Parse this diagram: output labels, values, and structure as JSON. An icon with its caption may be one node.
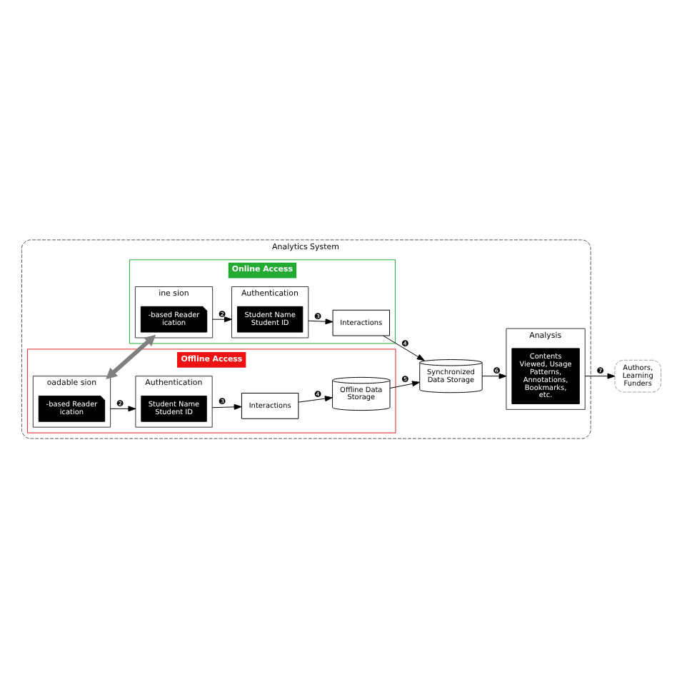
{
  "diagram": {
    "nodes": [
      {
        "text": [
          "Analytics System"
        ]
      },
      {
        "text": [
          "Offline Access"
        ],
        "in": 0
      },
      {
        "text": [
          "Online Access"
        ],
        "in": 0
      },
      {
        "text": [
          "oadable sion"
        ],
        "in": 1
      },
      {
        "text": [
          "-based Reader ication"
        ],
        "in": 3
      },
      {
        "text": [
          "Authentication"
        ],
        "in": 1
      },
      {
        "text": [
          "Student Name Student ID"
        ],
        "in": 5
      },
      {
        "text": [
          "Interactions"
        ],
        "in": 1
      },
      {
        "text": [
          "Offline Data Storage"
        ],
        "in": 1
      },
      {
        "text": [
          "Synchronized Data Storage"
        ],
        "in": 0
      },
      {
        "text": [
          "ine sion"
        ],
        "in": 2
      },
      {
        "text": [
          "-based Reader ication"
        ],
        "in": 10
      },
      {
        "text": [
          "Authentication"
        ],
        "in": 2
      },
      {
        "text": [
          "Student Name Student ID"
        ],
        "in": 12
      },
      {
        "text": [
          "Interactions"
        ],
        "in": 2
      },
      {
        "text": [
          "Analysis"
        ],
        "in": 0
      },
      {
        "text": [
          "Contents Viewed, Usage Patterns, Annotations, Bookmarks, etc."
        ],
        "in": 15
      },
      {
        "text": [
          "Authors, Learning Funders"
        ]
      }
    ],
    "edges": [
      {
        "from": 3,
        "to": 5,
        "arrow": "to",
        "label": "❷"
      },
      {
        "from": 5,
        "to": 7,
        "arrow": "to",
        "label": "❸"
      },
      {
        "from": 7,
        "to": 8,
        "arrow": "to",
        "label": "❹"
      },
      {
        "from": 8,
        "to": 9,
        "arrow": "to",
        "label": "❺"
      },
      {
        "from": 10,
        "to": 12,
        "arrow": "to",
        "label": "❷"
      },
      {
        "from": 12,
        "to": 14,
        "arrow": "to",
        "label": "❸"
      },
      {
        "from": 14,
        "to": 9,
        "arrow": "to",
        "label": "❹"
      },
      {
        "from": 9,
        "to": 15,
        "arrow": "to",
        "label": "❻"
      },
      {
        "from": 15,
        "to": 17,
        "arrow": "to",
        "label": "❼"
      },
      {
        "from": 3,
        "to": 10,
        "arrow": "both",
        "style": "thick",
        "color": "#808080"
      }
    ]
  }
}
